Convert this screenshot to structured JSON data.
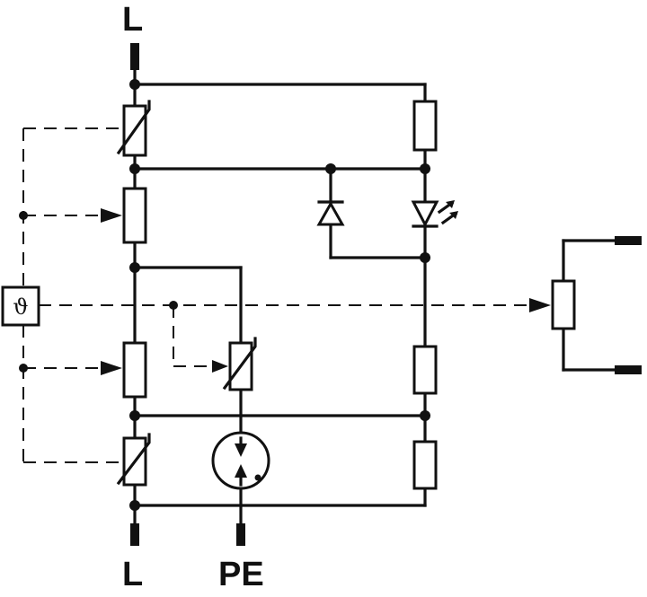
{
  "labels": {
    "top": "L",
    "bottom_left": "L",
    "bottom_right": "PE",
    "thermal_symbol": "ϑ"
  }
}
